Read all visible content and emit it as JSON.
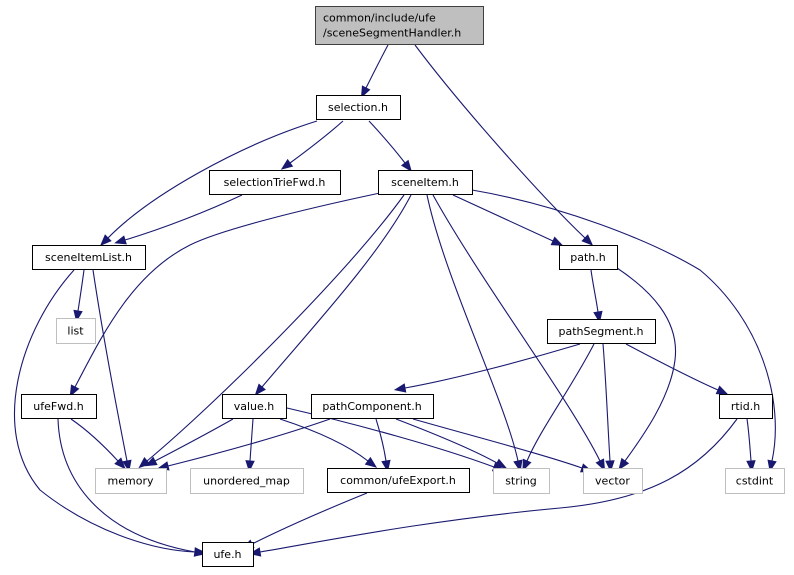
{
  "title": "common/include/ufe/sceneSegmentHandler.h include dependency graph",
  "colors": {
    "edge": "#191970",
    "root_fill": "#bfbfbf",
    "root_border": "#404040",
    "internal_fill": "#ffffff",
    "internal_border": "#000000",
    "external_fill": "#ffffff",
    "external_border": "#bfbfbf"
  },
  "nodes": [
    {
      "id": "root",
      "lines": [
        "common/include/ufe",
        "/sceneSegmentHandler.h"
      ],
      "kind": "root"
    },
    {
      "id": "selection",
      "lines": [
        "selection.h"
      ],
      "kind": "internal"
    },
    {
      "id": "selectionTrieFwd",
      "lines": [
        "selectionTrieFwd.h"
      ],
      "kind": "internal"
    },
    {
      "id": "sceneItem",
      "lines": [
        "sceneItem.h"
      ],
      "kind": "internal"
    },
    {
      "id": "sceneItemList",
      "lines": [
        "sceneItemList.h"
      ],
      "kind": "internal"
    },
    {
      "id": "path",
      "lines": [
        "path.h"
      ],
      "kind": "internal"
    },
    {
      "id": "list",
      "lines": [
        "list"
      ],
      "kind": "external"
    },
    {
      "id": "pathSegment",
      "lines": [
        "pathSegment.h"
      ],
      "kind": "internal"
    },
    {
      "id": "ufeFwd",
      "lines": [
        "ufeFwd.h"
      ],
      "kind": "internal"
    },
    {
      "id": "value",
      "lines": [
        "value.h"
      ],
      "kind": "internal"
    },
    {
      "id": "pathComponent",
      "lines": [
        "pathComponent.h"
      ],
      "kind": "internal"
    },
    {
      "id": "rtid",
      "lines": [
        "rtid.h"
      ],
      "kind": "internal"
    },
    {
      "id": "memory",
      "lines": [
        "memory"
      ],
      "kind": "external"
    },
    {
      "id": "unordered_map",
      "lines": [
        "unordered_map"
      ],
      "kind": "external"
    },
    {
      "id": "ufeExport",
      "lines": [
        "common/ufeExport.h"
      ],
      "kind": "internal"
    },
    {
      "id": "string",
      "lines": [
        "string"
      ],
      "kind": "external"
    },
    {
      "id": "vector",
      "lines": [
        "vector"
      ],
      "kind": "external"
    },
    {
      "id": "cstdint",
      "lines": [
        "cstdint"
      ],
      "kind": "external"
    },
    {
      "id": "ufe",
      "lines": [
        "ufe.h"
      ],
      "kind": "internal"
    }
  ],
  "edges": [
    {
      "from": "root",
      "to": "selection"
    },
    {
      "from": "root",
      "to": "path"
    },
    {
      "from": "selection",
      "to": "sceneItemList"
    },
    {
      "from": "selection",
      "to": "selectionTrieFwd"
    },
    {
      "from": "selection",
      "to": "sceneItem"
    },
    {
      "from": "selectionTrieFwd",
      "to": "sceneItemList"
    },
    {
      "from": "sceneItem",
      "to": "ufeFwd"
    },
    {
      "from": "sceneItem",
      "to": "memory"
    },
    {
      "from": "sceneItem",
      "to": "value"
    },
    {
      "from": "sceneItem",
      "to": "string"
    },
    {
      "from": "sceneItem",
      "to": "path"
    },
    {
      "from": "sceneItem",
      "to": "vector"
    },
    {
      "from": "sceneItem",
      "to": "cstdint"
    },
    {
      "from": "sceneItemList",
      "to": "list"
    },
    {
      "from": "sceneItemList",
      "to": "memory"
    },
    {
      "from": "sceneItemList",
      "to": "ufe"
    },
    {
      "from": "path",
      "to": "pathSegment"
    },
    {
      "from": "path",
      "to": "vector"
    },
    {
      "from": "pathSegment",
      "to": "pathComponent"
    },
    {
      "from": "pathSegment",
      "to": "string"
    },
    {
      "from": "pathSegment",
      "to": "vector"
    },
    {
      "from": "pathSegment",
      "to": "rtid"
    },
    {
      "from": "ufeFwd",
      "to": "memory"
    },
    {
      "from": "ufeFwd",
      "to": "ufe"
    },
    {
      "from": "value",
      "to": "memory"
    },
    {
      "from": "value",
      "to": "unordered_map"
    },
    {
      "from": "value",
      "to": "ufeExport"
    },
    {
      "from": "value",
      "to": "string"
    },
    {
      "from": "pathComponent",
      "to": "memory"
    },
    {
      "from": "pathComponent",
      "to": "ufeExport"
    },
    {
      "from": "pathComponent",
      "to": "string"
    },
    {
      "from": "pathComponent",
      "to": "vector"
    },
    {
      "from": "rtid",
      "to": "cstdint"
    },
    {
      "from": "rtid",
      "to": "ufe"
    },
    {
      "from": "ufeExport",
      "to": "ufe"
    }
  ]
}
